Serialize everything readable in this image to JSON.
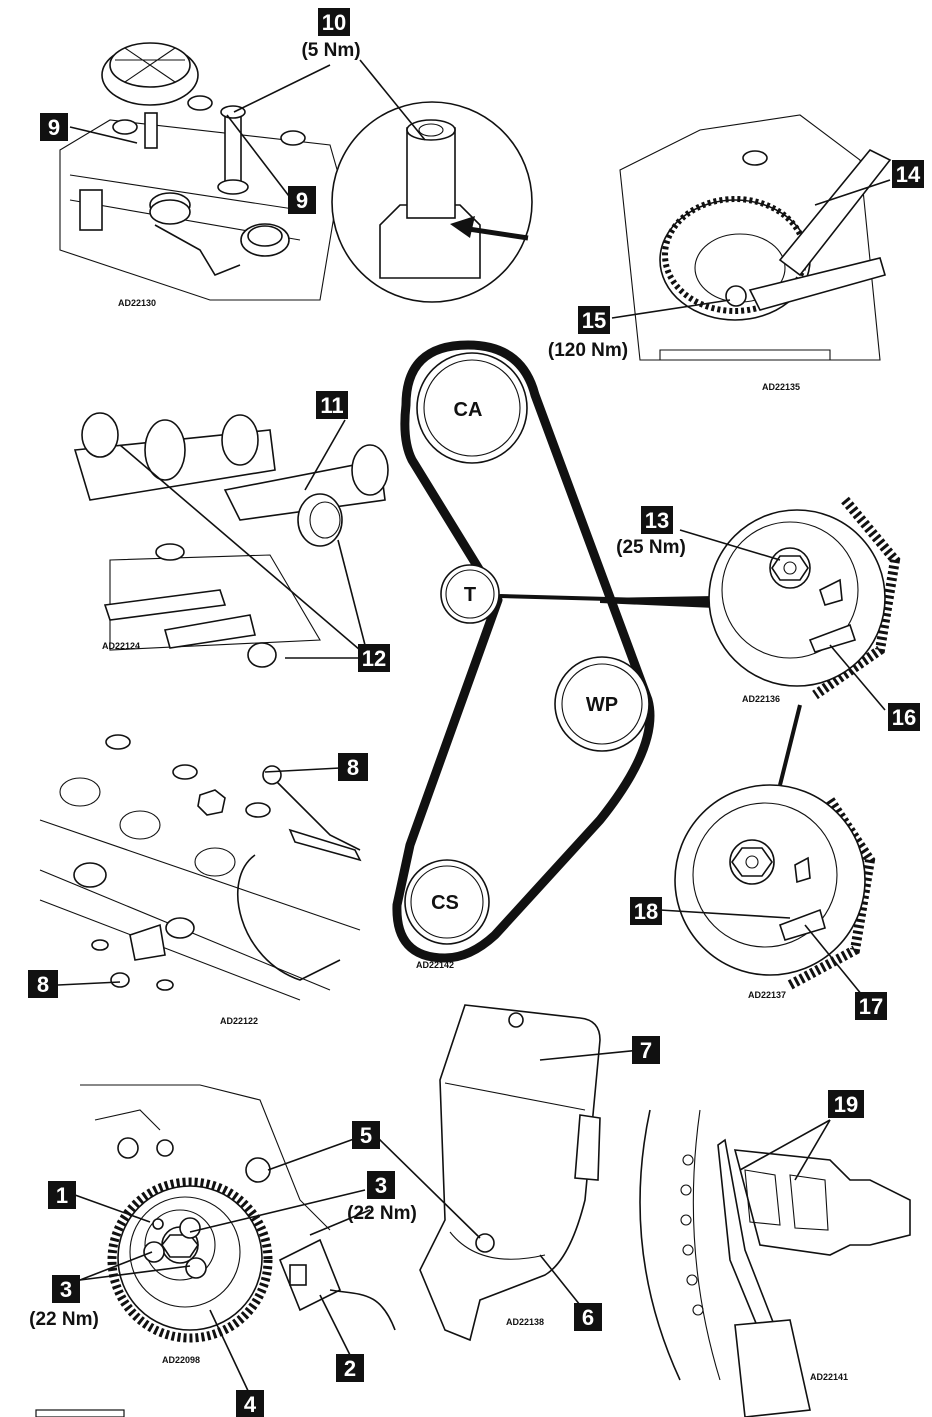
{
  "belt_diagram": {
    "pulleys": {
      "ca": "CA",
      "t": "T",
      "wp": "WP",
      "cs": "CS"
    },
    "ref": "AD22142"
  },
  "callouts": {
    "c1": "1",
    "c2": "2",
    "c3a": "3",
    "c3b": "3",
    "c4": "4",
    "c5": "5",
    "c6": "6",
    "c7": "7",
    "c8a": "8",
    "c8b": "8",
    "c9a": "9",
    "c9b": "9",
    "c10": "10",
    "c11": "11",
    "c12": "12",
    "c13": "13",
    "c14": "14",
    "c15": "15",
    "c16": "16",
    "c17": "17",
    "c18": "18",
    "c19": "19"
  },
  "torques": {
    "t10": "(5 Nm)",
    "t15": "(120 Nm)",
    "t13": "(25 Nm)",
    "t3_right": "(22 Nm)",
    "t3_left": "(22 Nm)"
  },
  "refs": {
    "r130": "AD22130",
    "r135": "AD22135",
    "r124": "AD22124",
    "r136": "AD22136",
    "r122": "AD22122",
    "r137": "AD22137",
    "r098": "AD22098",
    "r138": "AD22138",
    "r141": "AD22141"
  },
  "colors": {
    "ink": "#111111",
    "paper": "#ffffff"
  }
}
